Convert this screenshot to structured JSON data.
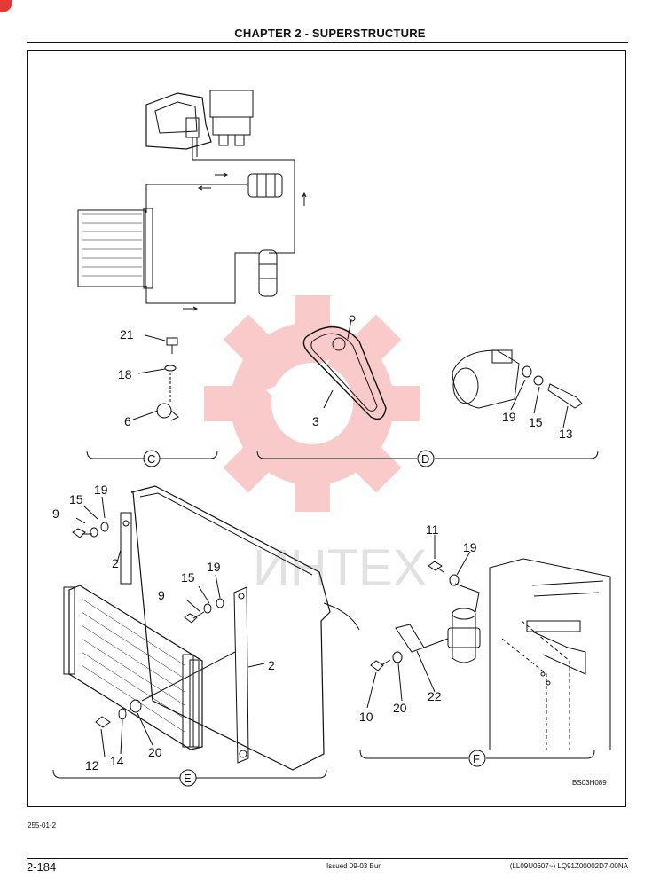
{
  "header": {
    "chapter_title": "CHAPTER 2 - SUPERSTRUCTURE"
  },
  "watermark": {
    "text": "ИНТЕХ",
    "color": "#f28b8b"
  },
  "colors": {
    "stamp": "#e53935",
    "line": "#111111"
  },
  "sections": {
    "C": {
      "label": "C",
      "parts": [
        "21",
        "18",
        "6"
      ]
    },
    "D": {
      "label": "D",
      "parts": [
        "3",
        "19",
        "15",
        "13"
      ]
    },
    "E": {
      "label": "E",
      "parts": [
        "19",
        "15",
        "9",
        "2",
        "9",
        "15",
        "19",
        "2",
        "12",
        "14",
        "20"
      ]
    },
    "F": {
      "label": "F",
      "parts": [
        "11",
        "19",
        "10",
        "20",
        "22"
      ]
    }
  },
  "figure_code": "BS03H089",
  "footer": {
    "side_code": "255-01-2",
    "page_number": "2-184",
    "issue": "Issued 09-03   Bur",
    "doc_code": "(LL09U0607~)    LQ91Z00002D7-00NA"
  }
}
